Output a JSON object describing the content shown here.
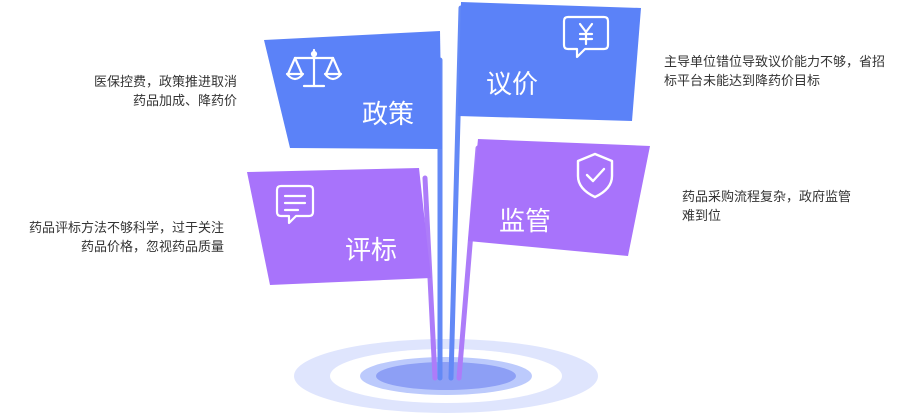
{
  "colors": {
    "blue_flag": "#5b82f8",
    "blue_pole": "#6389f6",
    "purple_flag": "#a873fb",
    "purple_pole": "#ad7cf9",
    "ring_outer": "#dfe5fd",
    "ring_mid": "#ffffff",
    "ring_inner": "#bccafc",
    "ring_center": "#8d9ff5",
    "flag_text": "#ffffff",
    "desc_text": "#333333"
  },
  "flags": {
    "policy": {
      "label": "政策",
      "icon": "scales-icon"
    },
    "pricing": {
      "label": "议价",
      "icon": "yuan-chat-icon"
    },
    "evaluation": {
      "label": "评标",
      "icon": "document-chat-icon"
    },
    "supervision": {
      "label": "监管",
      "icon": "shield-check-icon"
    }
  },
  "descriptions": {
    "policy": [
      "医保控费，政策推进取消",
      "药品加成、降药价"
    ],
    "pricing": [
      "主导单位错位导致议价能力不够，省招",
      "标平台未能达到降药价目标"
    ],
    "evaluation": [
      "药品评标方法不够科学，过于关注",
      "药品价格，忽视药品质量"
    ],
    "supervision": [
      "药品采购流程复杂，政府监管",
      "难到位"
    ]
  }
}
